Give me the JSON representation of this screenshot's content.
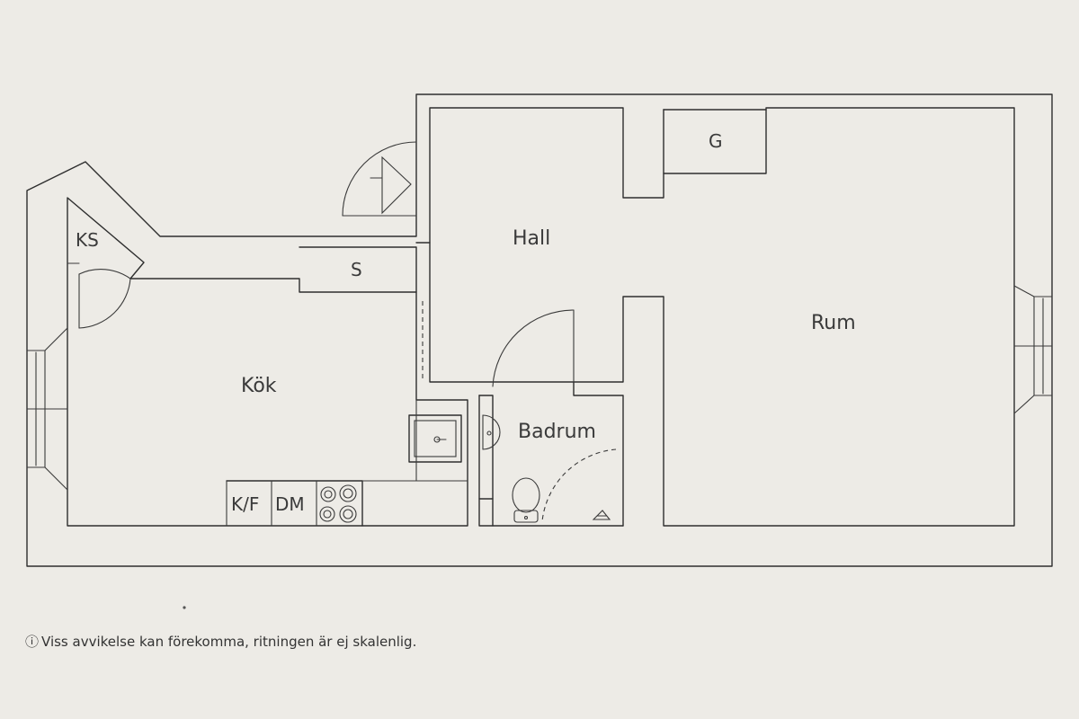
{
  "rooms": {
    "kitchen": "Kök",
    "hall": "Hall",
    "room": "Rum",
    "bathroom": "Badrum"
  },
  "fixtures": {
    "closet_ks": "KS",
    "storage_s": "S",
    "wardrobe_g": "G",
    "fridge_freezer": "K/F",
    "dishwasher": "DM"
  },
  "disclaimer": {
    "icon": "info-icon",
    "symbol": "ⓘ",
    "text": "Viss avvikelse kan förekomma, ritningen är ej skalenlig."
  },
  "colors": {
    "paper": "#edebe6",
    "ink": "#2e2e2e"
  }
}
